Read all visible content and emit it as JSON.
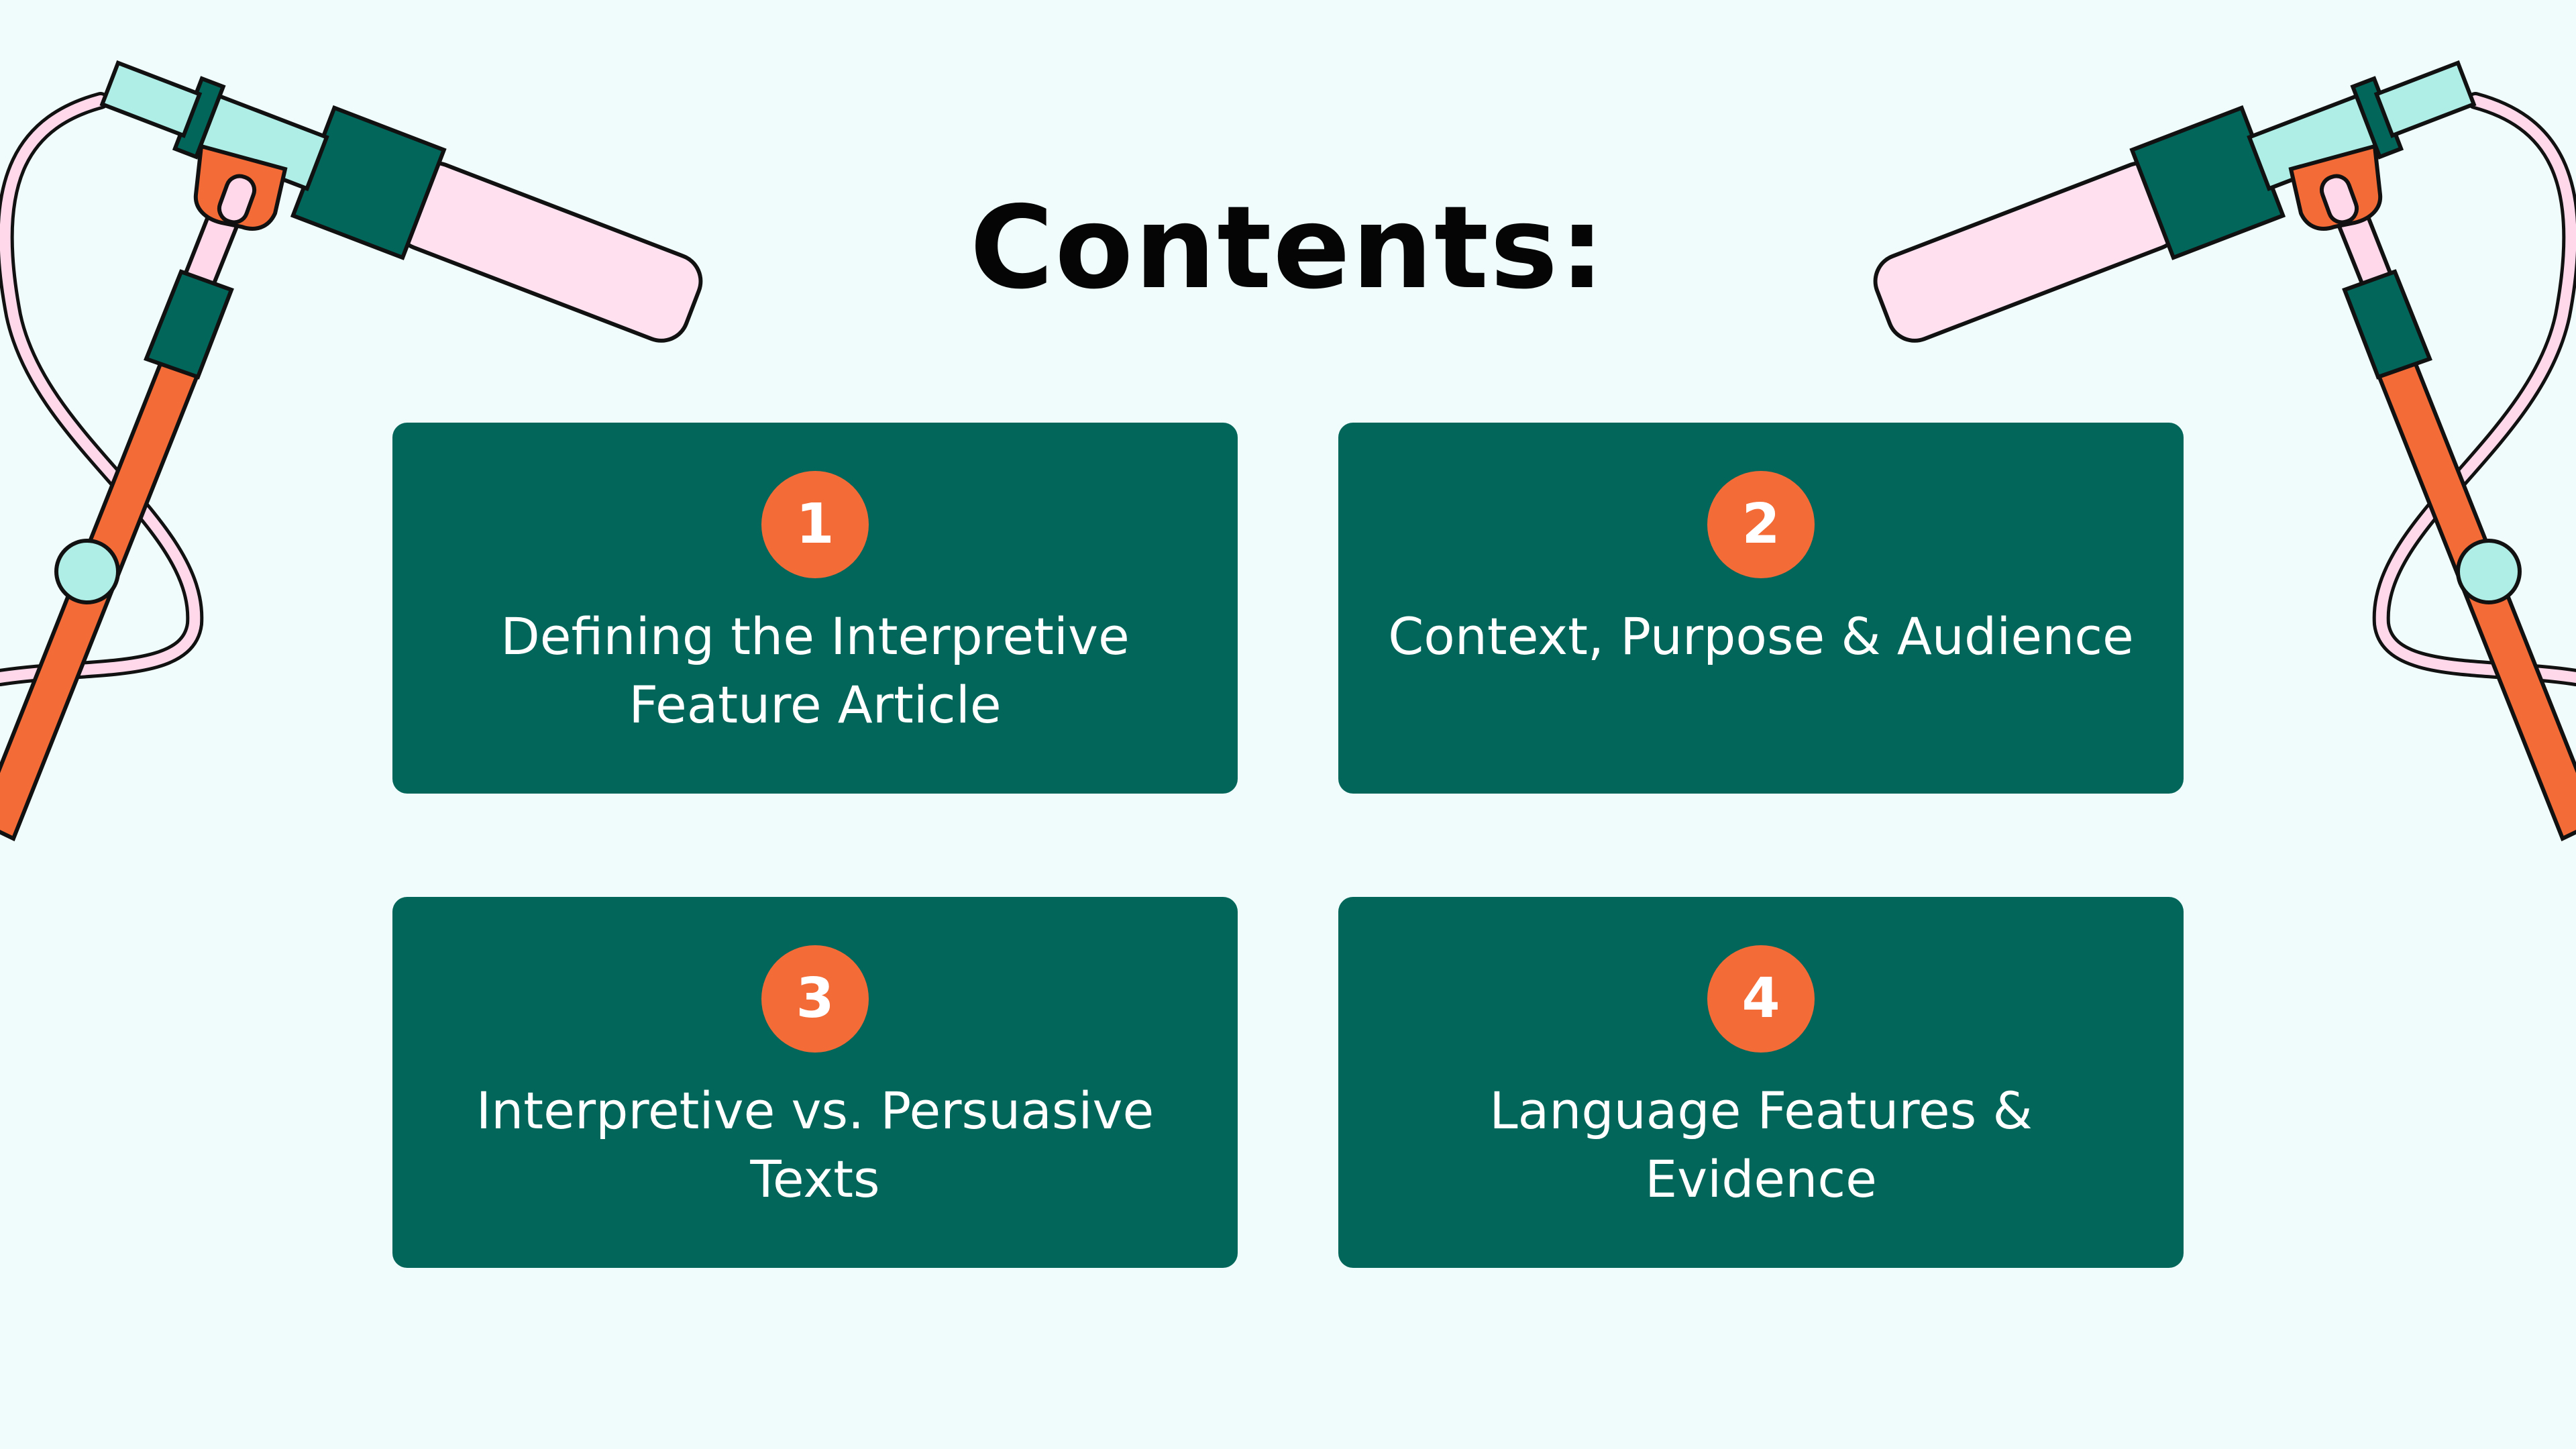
{
  "title": "Contents:",
  "colors": {
    "background": "#effcfb",
    "card": "#02665a",
    "badge": "#f36b37",
    "title": "#050505",
    "card_text": "#ffffff"
  },
  "decorations": {
    "left": "microphone-boom-icon",
    "right": "microphone-boom-icon"
  },
  "items": [
    {
      "number": "1",
      "label": "Defining the Interpretive Feature Article"
    },
    {
      "number": "2",
      "label": "Context, Purpose & Audience"
    },
    {
      "number": "3",
      "label": "Interpretive vs. Persuasive Texts"
    },
    {
      "number": "4",
      "label": "Language Features & Evidence"
    }
  ]
}
